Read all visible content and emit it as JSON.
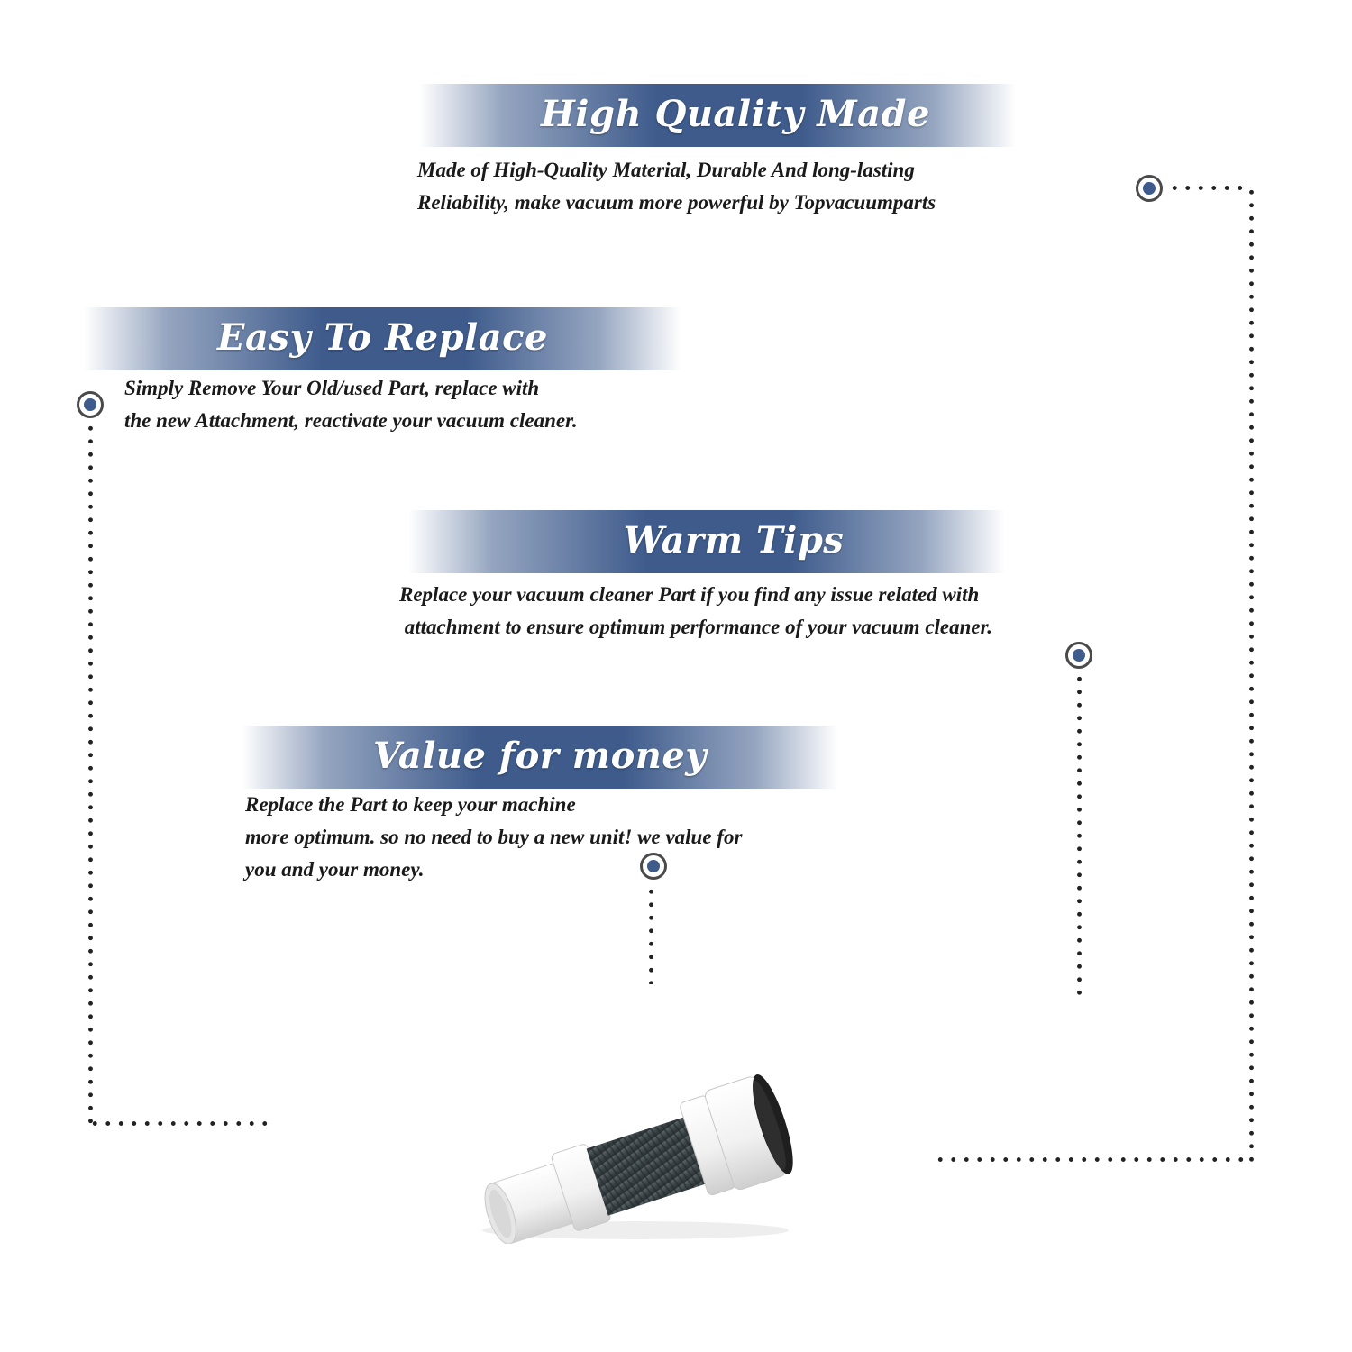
{
  "sections": {
    "high_quality": {
      "title": "High Quality Made",
      "line1": "Made of  High-Quality Material, Durable And long-lasting",
      "line2": "Reliability, make vacuum more powerful by Topvacuumparts"
    },
    "easy_replace": {
      "title": "Easy To Replace",
      "line1": "Simply Remove Your Old/used Part, replace with",
      "line2": "the new Attachment, reactivate your vacuum cleaner."
    },
    "warm_tips": {
      "title": "Warm Tips",
      "line1": "Replace your vacuum cleaner Part if you find any issue related with",
      "line2": " attachment to ensure optimum performance of your vacuum cleaner."
    },
    "value_money": {
      "title": "Value for money",
      "line1": "Replace the Part to keep your machine",
      "line2": "more optimum. so no need to buy a new unit! we value for",
      "line3": "you and your money."
    }
  },
  "colors": {
    "banner": "#3e5b8c",
    "marker_center": "#3e5b8c",
    "text": "#1a1a1a"
  },
  "icons": {
    "marker": "target-marker-icon",
    "product": "vacuum-hose-attachment-image"
  }
}
